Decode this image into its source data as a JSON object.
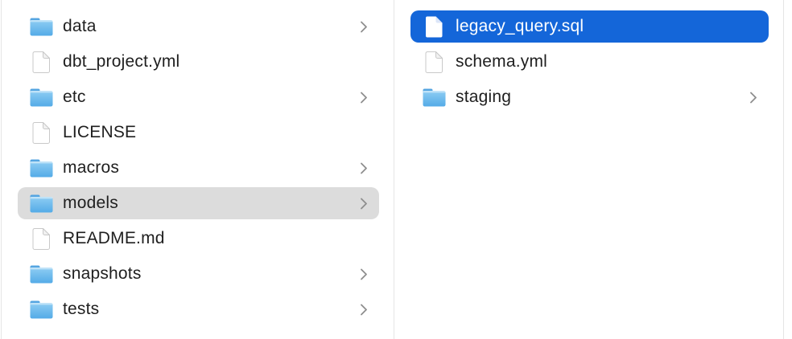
{
  "app": "finder-column-view",
  "colors": {
    "background": "#ffffff",
    "selection_active": "#1466d9",
    "selection_inactive": "#dcdcdc",
    "divider": "#e5e5e5",
    "text": "#1f1f1f",
    "text_selected": "#ffffff",
    "chevron": "#8e8e8e",
    "folder_tab": "#55a5e1",
    "folder_body_top": "#8ecdf3",
    "folder_body_bottom": "#54abe7",
    "file_outline": "#c9c9c9"
  },
  "columns": [
    {
      "name": "project-root",
      "items": [
        {
          "label": "data",
          "type": "folder",
          "icon": "folder-icon",
          "chevron": true,
          "selected": false
        },
        {
          "label": "dbt_project.yml",
          "type": "file",
          "icon": "file-icon",
          "chevron": false,
          "selected": false
        },
        {
          "label": "etc",
          "type": "folder",
          "icon": "folder-icon",
          "chevron": true,
          "selected": false
        },
        {
          "label": "LICENSE",
          "type": "file",
          "icon": "file-icon",
          "chevron": false,
          "selected": false
        },
        {
          "label": "macros",
          "type": "folder",
          "icon": "folder-icon",
          "chevron": true,
          "selected": false
        },
        {
          "label": "models",
          "type": "folder",
          "icon": "folder-icon",
          "chevron": true,
          "selected": true,
          "selection_style": "inactive"
        },
        {
          "label": "README.md",
          "type": "file",
          "icon": "file-icon",
          "chevron": false,
          "selected": false
        },
        {
          "label": "snapshots",
          "type": "folder",
          "icon": "folder-icon",
          "chevron": true,
          "selected": false
        },
        {
          "label": "tests",
          "type": "folder",
          "icon": "folder-icon",
          "chevron": true,
          "selected": false
        }
      ]
    },
    {
      "name": "models-folder",
      "items": [
        {
          "label": "legacy_query.sql",
          "type": "file",
          "icon": "file-icon",
          "chevron": false,
          "selected": true,
          "selection_style": "active"
        },
        {
          "label": "schema.yml",
          "type": "file",
          "icon": "file-icon",
          "chevron": false,
          "selected": false
        },
        {
          "label": "staging",
          "type": "folder",
          "icon": "folder-icon",
          "chevron": true,
          "selected": false
        }
      ]
    }
  ]
}
